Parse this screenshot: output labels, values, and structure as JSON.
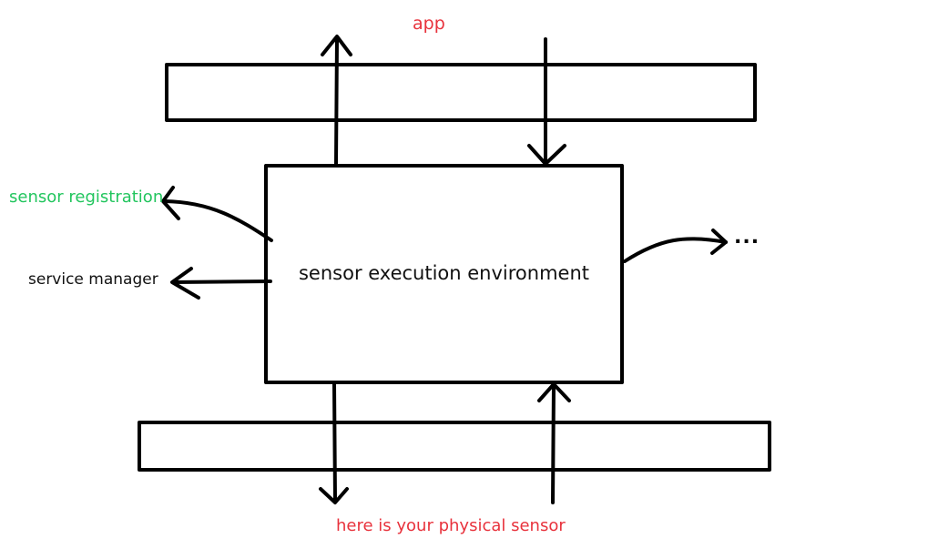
{
  "labels": {
    "top": "app",
    "bottom": "here is your physical sensor",
    "registration": "sensor registration",
    "service": "service manager",
    "ellipsis": "...",
    "core": "sensor execution environment"
  },
  "colors": {
    "red_label": "#e8323c",
    "green_label": "#22c55e",
    "ink": "#000000",
    "background": "#ffffff"
  }
}
